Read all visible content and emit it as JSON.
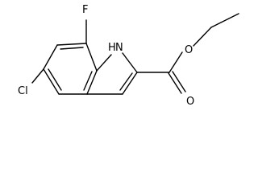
{
  "molecule": {
    "atoms": {
      "fluorine": "F",
      "chlorine": "Cl",
      "nitrogen_h": "H",
      "nitrogen": "N",
      "ester_oxygen": "O",
      "carbonyl_oxygen": "O"
    }
  }
}
